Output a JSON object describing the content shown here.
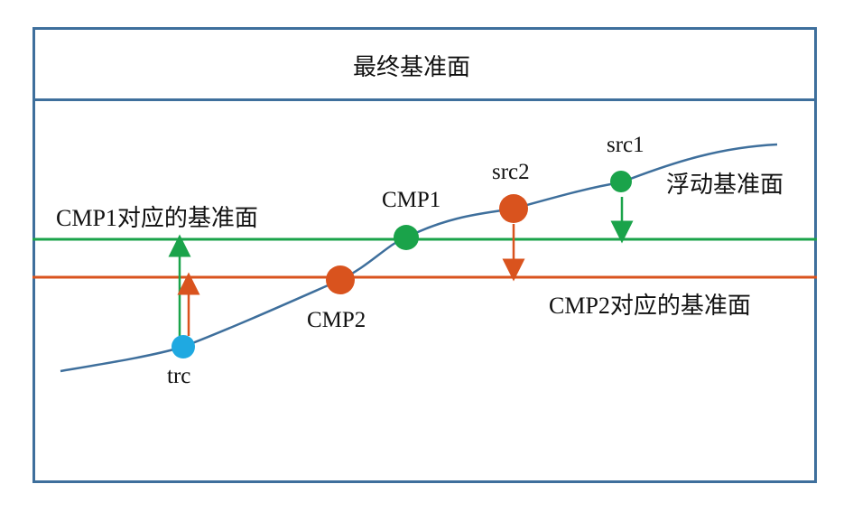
{
  "title": "最终基准面",
  "labels": {
    "floating_datum": "浮动基准面",
    "cmp1_datum": "CMP1对应的基准面",
    "cmp2_datum": "CMP2对应的基准面",
    "cmp1": "CMP1",
    "cmp2": "CMP2",
    "src1": "src1",
    "src2": "src2",
    "trc": "trc"
  },
  "colors": {
    "frame": "#3e6f9c",
    "curve": "#3e6f9c",
    "green": "#1aa34a",
    "orange": "#d9531e",
    "blue": "#1fa9e1"
  }
}
